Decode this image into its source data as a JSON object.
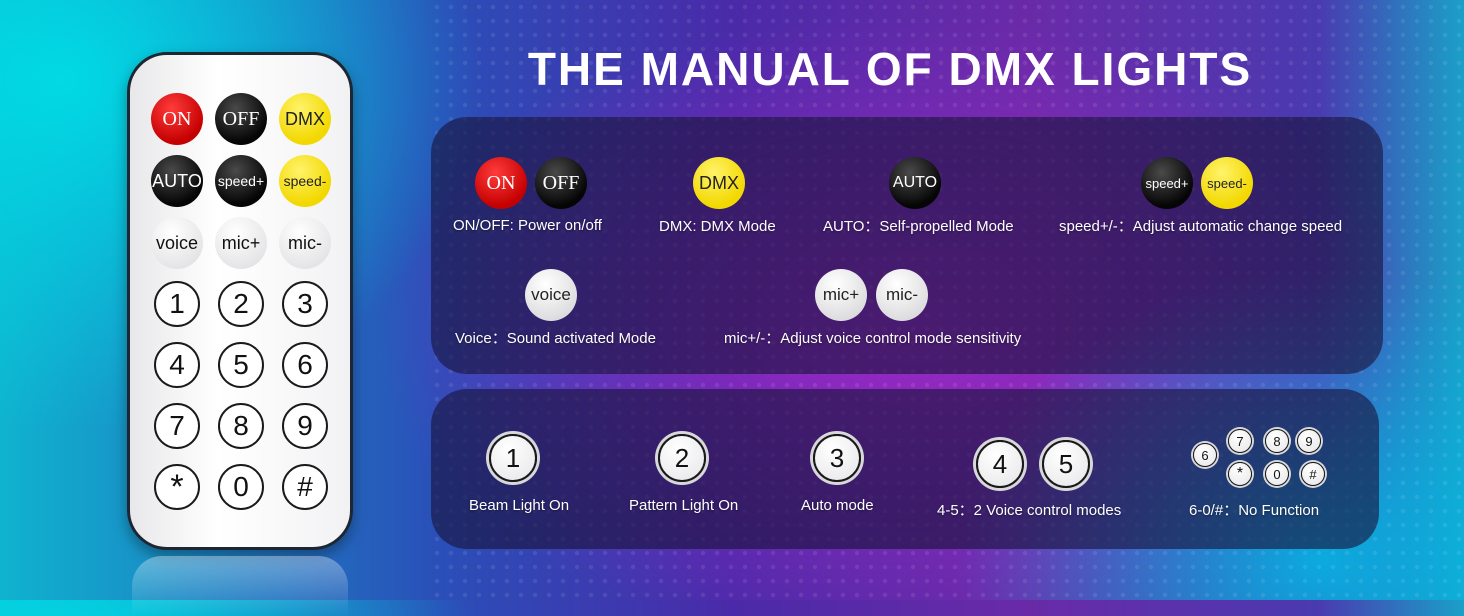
{
  "title": "THE MANUAL OF DMX LIGHTS",
  "remote": {
    "row1": [
      "ON",
      "OFF",
      "DMX"
    ],
    "row2": [
      "AUTO",
      "speed+",
      "speed-"
    ],
    "row3": [
      "voice",
      "mic+",
      "mic-"
    ],
    "keys": [
      "1",
      "2",
      "3",
      "4",
      "5",
      "6",
      "7",
      "8",
      "9",
      "*",
      "0",
      "#"
    ]
  },
  "panel1": {
    "on": "ON",
    "off": "OFF",
    "onoff_desc": "ON/OFF: Power on/off",
    "dmx": "DMX",
    "dmx_desc": "DMX: DMX Mode",
    "auto": "AUTO",
    "auto_desc": "AUTO：Self-propelled Mode",
    "speed_plus": "speed+",
    "speed_minus": "speed-",
    "speed_desc": "speed+/-：Adjust automatic change speed",
    "voice": "voice",
    "voice_desc": "Voice：Sound activated Mode",
    "mic_plus": "mic+",
    "mic_minus": "mic-",
    "mic_desc": "mic+/-：Adjust voice control mode sensitivity"
  },
  "panel2": {
    "k1": "1",
    "k1_desc": "Beam Light On",
    "k2": "2",
    "k2_desc": "Pattern Light On",
    "k3": "3",
    "k3_desc": "Auto mode",
    "k4": "4",
    "k5": "5",
    "k45_desc": "4-5：2 Voice control modes",
    "k6": "6",
    "k7": "7",
    "k8": "8",
    "k9": "9",
    "kstar": "*",
    "k0": "0",
    "khash": "#",
    "nofunc_desc": "6-0/#：No Function"
  }
}
